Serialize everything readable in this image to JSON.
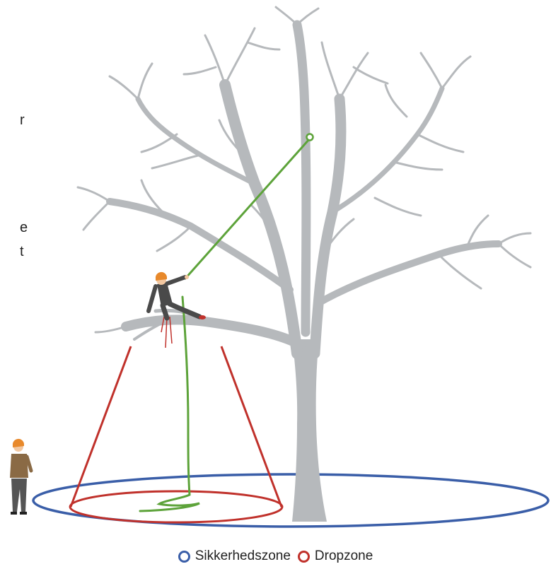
{
  "side_text_fragments": [
    "r",
    "e",
    "t"
  ],
  "legend": [
    {
      "label": "Sikkerhedszone",
      "color": "#3a5ea8"
    },
    {
      "label": "Dropzone",
      "color": "#c0312b"
    }
  ],
  "colors": {
    "tree": "#b6b9bc",
    "rope": "#5da33a",
    "safety_zone": "#3a5ea8",
    "drop_zone": "#c0312b",
    "climber_helmet": "#e8892b",
    "climber_body": "#4a4a4a",
    "ground_worker_shirt": "#8a6a45",
    "ground_worker_pants": "#555555"
  },
  "icons": [
    "tree-illustration",
    "climber-figure",
    "ground-worker-figure",
    "rope-anchor-icon"
  ]
}
